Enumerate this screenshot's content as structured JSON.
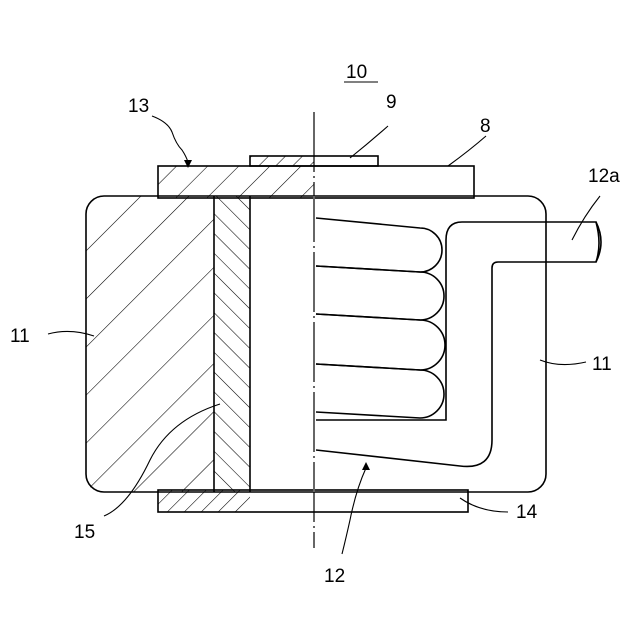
{
  "diagram": {
    "labels": {
      "assembly": "10",
      "terminal_plate": "9",
      "top_plate": "8",
      "top_part": "13",
      "lead": "12a",
      "core_left": "11",
      "core_right": "11",
      "sleeve": "15",
      "bottom_plate": "14",
      "coil": "12"
    }
  }
}
